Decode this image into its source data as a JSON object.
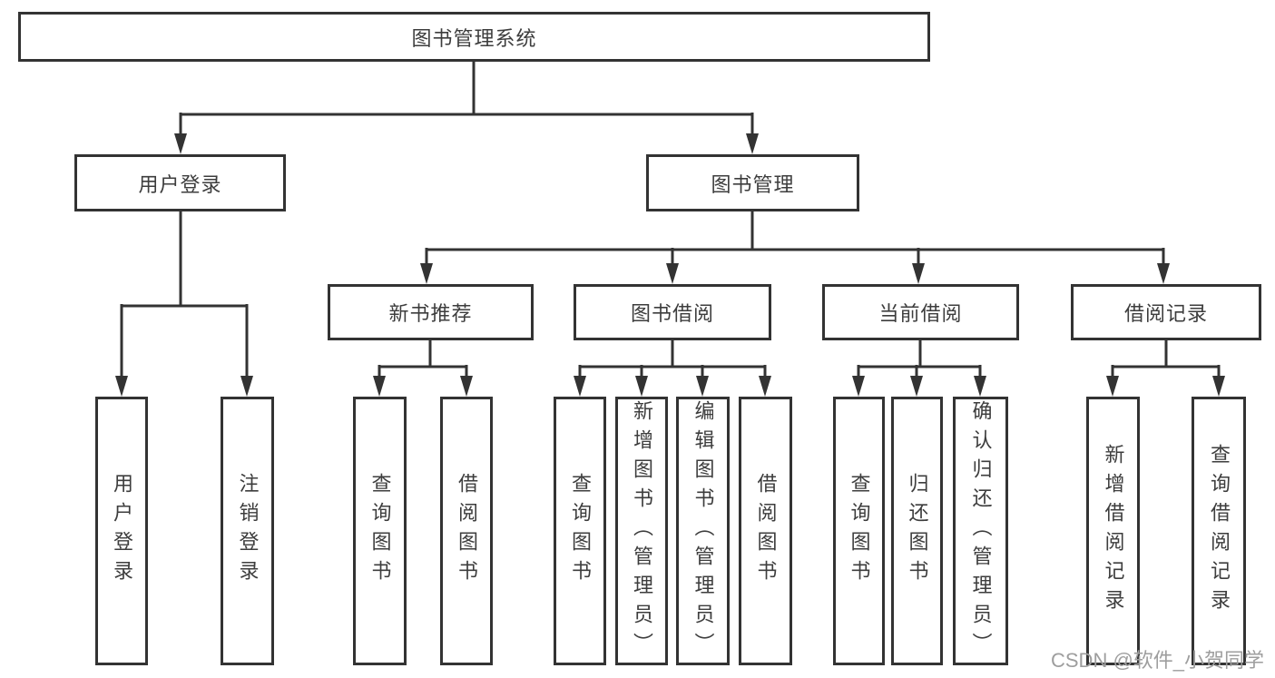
{
  "diagram": {
    "type": "hierarchy-tree",
    "root": {
      "label": "图书管理系统"
    },
    "branches": [
      {
        "label": "用户登录",
        "children": [
          {
            "label": "用户登录"
          },
          {
            "label": "注销登录"
          }
        ]
      },
      {
        "label": "图书管理",
        "children": [
          {
            "label": "新书推荐",
            "children": [
              {
                "label": "查询图书"
              },
              {
                "label": "借阅图书"
              }
            ]
          },
          {
            "label": "图书借阅",
            "children": [
              {
                "label": "查询图书"
              },
              {
                "label": "新增图书（管理员）"
              },
              {
                "label": "编辑图书（管理员）"
              },
              {
                "label": "借阅图书"
              }
            ]
          },
          {
            "label": "当前借阅",
            "children": [
              {
                "label": "查询图书"
              },
              {
                "label": "归还图书"
              },
              {
                "label": "确认归还（管理员）"
              }
            ]
          },
          {
            "label": "借阅记录",
            "children": [
              {
                "label": "新增借阅记录"
              },
              {
                "label": "查询借阅记录"
              }
            ]
          }
        ]
      }
    ]
  },
  "watermark": {
    "text": "CSDN @软件_小贺同学"
  },
  "colors": {
    "line": "#333333",
    "box_border": "#333333",
    "text": "#3d3d3d",
    "watermark": "#9e9e9e",
    "background": "#ffffff"
  }
}
